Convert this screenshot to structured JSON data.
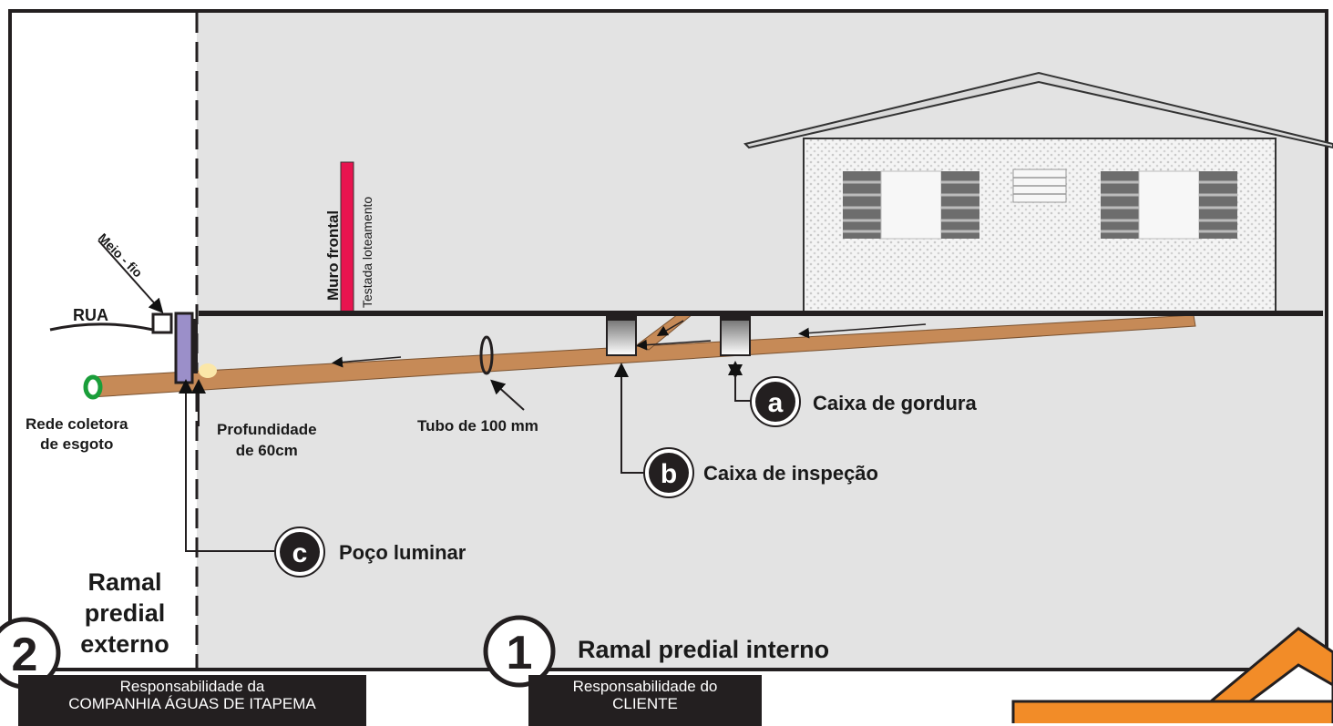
{
  "labels": {
    "rua": "RUA",
    "meio_fio": "Meio - fio",
    "muro_frontal": "Muro frontal",
    "testada": "Testada loteamento",
    "rede_coletora_l1": "Rede coletora",
    "rede_coletora_l2": "de esgoto",
    "profundidade_l1": "Profundidade",
    "profundidade_l2": "de 60cm",
    "tubo": "Tubo de 100 mm",
    "caixa_gordura": "Caixa de gordura",
    "caixa_inspecao": "Caixa de inspeção",
    "poco_luminar": "Poço luminar",
    "ramal_externo_l1": "Ramal",
    "ramal_externo_l2": "predial",
    "ramal_externo_l3": "externo",
    "ramal_interno": "Ramal predial interno"
  },
  "markers": {
    "a": "a",
    "b": "b",
    "c": "c",
    "one": "1",
    "two": "2"
  },
  "responsibility": {
    "company_l1": "Responsabilidade da",
    "company_l2": "COMPANHIA ÁGUAS DE ITAPEMA",
    "client_l1": "Responsabilidade do",
    "client_l2": "CLIENTE"
  },
  "colors": {
    "pipe": "#c68a57",
    "wall": "#e8144f",
    "lot_background": "#e3e3e3",
    "badge_orange": "#f28c28",
    "dark": "#231f20"
  }
}
